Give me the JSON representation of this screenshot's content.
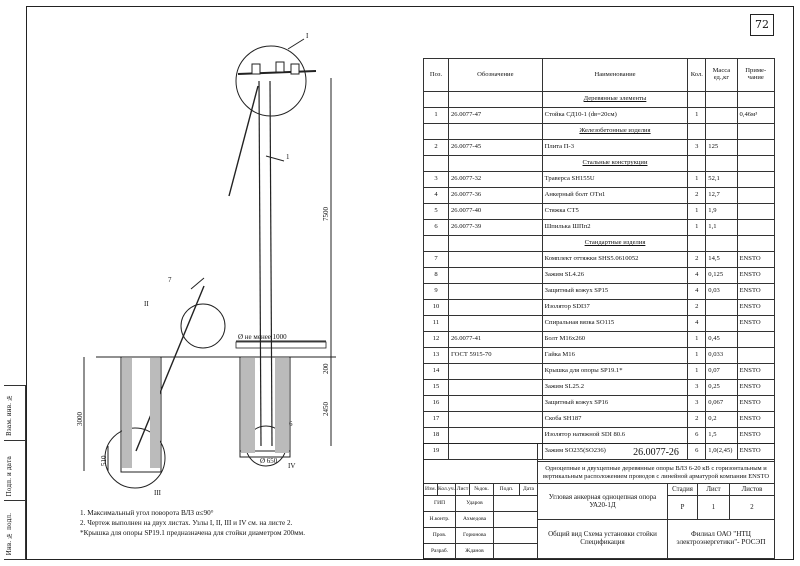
{
  "page_number": "72",
  "left_strip": [
    "Инв. № подл.",
    "Подп. и дата",
    "Взам. инв. №"
  ],
  "drawing": {
    "callout_1": "1",
    "callout_7": "7",
    "callout_6": "6",
    "node_I": "I",
    "node_II": "II",
    "node_III": "III",
    "node_IV": "IV",
    "dim_7500": "7500",
    "dim_1000": "Ø не менее 1000",
    "dim_200": "200",
    "dim_3000": "3000",
    "dim_2450": "2450",
    "dim_510": "510",
    "dim_650": "Ø 650"
  },
  "table": {
    "headers": [
      "Поз.",
      "Обозначение",
      "Наименование",
      "Кол.",
      "Масса ед.,кг",
      "Приме-чание"
    ],
    "rows": [
      {
        "type": "section",
        "name": "Деревянные элементы"
      },
      {
        "pos": "1",
        "code": "26.0077-47",
        "name": "Стойка СД10-1 (dв=20см)",
        "qty": "1",
        "mass": "",
        "note": "0,46м³"
      },
      {
        "type": "section",
        "name": "Железобетонные изделия"
      },
      {
        "pos": "2",
        "code": "26.0077-45",
        "name": "Плита П-3",
        "qty": "3",
        "mass": "125",
        "note": ""
      },
      {
        "type": "section",
        "name": "Стальные конструкции"
      },
      {
        "pos": "3",
        "code": "26.0077-32",
        "name": "Траверса SH155U",
        "qty": "1",
        "mass": "52,1",
        "note": ""
      },
      {
        "pos": "4",
        "code": "26.0077-36",
        "name": "Анкерный болт ОТн1",
        "qty": "2",
        "mass": "12,7",
        "note": ""
      },
      {
        "pos": "5",
        "code": "26.0077-40",
        "name": "Стяжка СТ5",
        "qty": "1",
        "mass": "1,9",
        "note": ""
      },
      {
        "pos": "6",
        "code": "26.0077-39",
        "name": "Шпилька ШПп2",
        "qty": "1",
        "mass": "1,1",
        "note": ""
      },
      {
        "type": "section",
        "name": "Стандартные изделия"
      },
      {
        "pos": "7",
        "code": "",
        "name": "Комплект оттяжки SHS5.0610052",
        "qty": "2",
        "mass": "14,5",
        "note": "ENSTO"
      },
      {
        "pos": "8",
        "code": "",
        "name": "Зажим SL4.26",
        "qty": "4",
        "mass": "0,125",
        "note": "ENSTO"
      },
      {
        "pos": "9",
        "code": "",
        "name": "Защитный кожух SP15",
        "qty": "4",
        "mass": "0,03",
        "note": "ENSTO"
      },
      {
        "pos": "10",
        "code": "",
        "name": "Изолятор SDI37",
        "qty": "2",
        "mass": "",
        "note": "ENSTO"
      },
      {
        "pos": "11",
        "code": "",
        "name": "Спиральная вязка SO115",
        "qty": "4",
        "mass": "",
        "note": "ENSTO"
      },
      {
        "pos": "12",
        "code": "26.0077-41",
        "name": "Болт М16х260",
        "qty": "1",
        "mass": "0,45",
        "note": ""
      },
      {
        "pos": "13",
        "code": "ГОСТ 5915-70",
        "name": "Гайка М16",
        "qty": "1",
        "mass": "0,033",
        "note": ""
      },
      {
        "pos": "14",
        "code": "",
        "name": "Крышка для опоры SP19.1*",
        "qty": "1",
        "mass": "0,07",
        "note": "ENSTO"
      },
      {
        "pos": "15",
        "code": "",
        "name": "Зажим SL25.2",
        "qty": "3",
        "mass": "0,25",
        "note": "ENSTO"
      },
      {
        "pos": "16",
        "code": "",
        "name": "Защитный кожух SP16",
        "qty": "3",
        "mass": "0,067",
        "note": "ENSTO"
      },
      {
        "pos": "17",
        "code": "",
        "name": "Скоба SH187",
        "qty": "2",
        "mass": "0,2",
        "note": "ENSTO"
      },
      {
        "pos": "18",
        "code": "",
        "name": "Изолятор натяжной SDI 80.6",
        "qty": "6",
        "mass": "1,5",
        "note": "ENSTO"
      },
      {
        "pos": "19",
        "code": "",
        "name": "Зажим SO235(SO236)",
        "qty": "6",
        "mass": "1,0(2,45)",
        "note": "ENSTO"
      }
    ]
  },
  "title_block": {
    "doc_code": "26.0077-26",
    "description": "Одноцепные и двухцепные деревянные опоры ВЛЗ 6-20 кВ с горизонтальным и вертикальным расположением проводов с линейной арматурой компании ENSTO",
    "cols": [
      "Изм.",
      "Кол.уч.",
      "Лист",
      "№док.",
      "Подп.",
      "Дата"
    ],
    "people": [
      {
        "role": "ГИП",
        "name": "Удаpов"
      },
      {
        "role": "Н.контр.",
        "name": "Ахмедова"
      },
      {
        "role": "Пров.",
        "name": "Горюнова"
      },
      {
        "role": "Разраб.",
        "name": "Жданов"
      }
    ],
    "support_name": "Угловая анкерная одноцепная опора УА20-1Д",
    "sheet_title": "Общий вид Схема установки стойки Спецификация",
    "stage_hdr": "Стадия",
    "sheet_hdr": "Лист",
    "sheets_hdr": "Листов",
    "stage": "Р",
    "sheet": "1",
    "sheets": "2",
    "org": "Филиал ОАО \"НТЦ электроэнергетики\"- РОСЭП"
  },
  "notes": [
    "1. Максимальный угол поворота ВЛЗ α≤90°",
    "2. Чертеж выполнен на двух листах. Узлы I, II, III и IV см. на листе 2.",
    "*Крышка для опоры SP19.1 предназначена для стойки диаметром 200мм."
  ]
}
